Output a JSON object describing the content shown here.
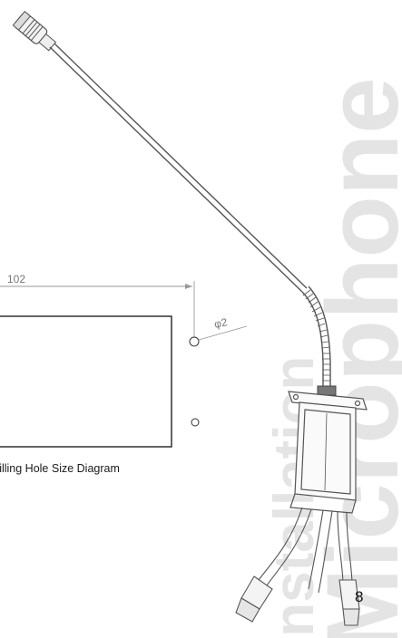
{
  "background_text": {
    "word1": "Installation",
    "word2": "Microphone",
    "color": "#e4e4e4"
  },
  "diagram": {
    "width_dimension": "102",
    "hole_dimension": "φ2",
    "caption": "Drilling Hole Size Diagram"
  },
  "page_number": "8"
}
